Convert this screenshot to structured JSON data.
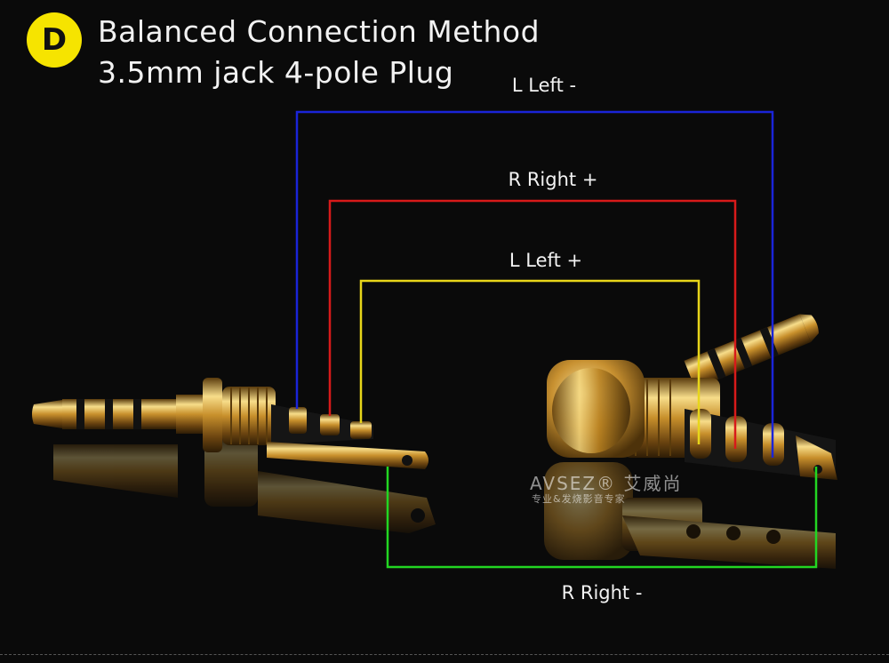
{
  "badge": {
    "letter": "D",
    "color": "#f6e400"
  },
  "title": {
    "line1": "Balanced Connection Method",
    "line2": "3.5mm jack 4-pole Plug"
  },
  "wires": [
    {
      "id": "left-minus",
      "label": "L Left -",
      "color": "#1a24d8"
    },
    {
      "id": "right-plus",
      "label": "R Right +",
      "color": "#d81a1a"
    },
    {
      "id": "left-plus",
      "label": "L Left +",
      "color": "#e8d61a"
    },
    {
      "id": "right-minus",
      "label": "R Right -",
      "color": "#22d622"
    }
  ],
  "watermark": {
    "brand": "AVSEZ® 艾威尚",
    "tagline": "专业&发烧影音专家"
  }
}
